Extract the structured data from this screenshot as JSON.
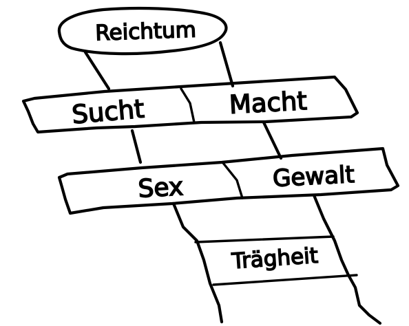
{
  "hopscotch": {
    "top": "Reichtum",
    "row2_left": "Sucht",
    "row2_right": "Macht",
    "row4_left": "Sex",
    "row4_right": "Gewalt",
    "row5": "Trägheit"
  },
  "colors": {
    "ink": "#000000",
    "paper": "#ffffff"
  }
}
